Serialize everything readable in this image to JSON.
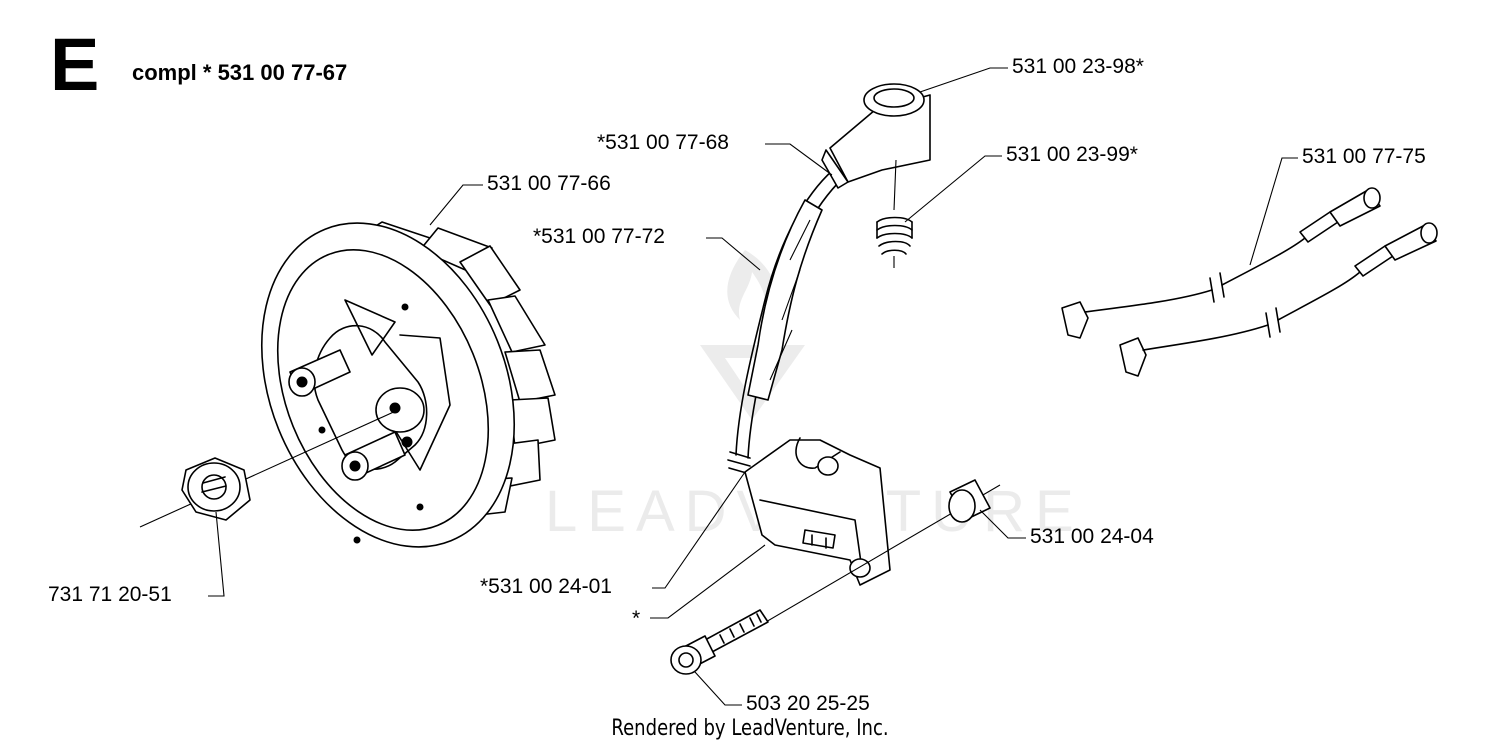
{
  "section": {
    "letter": "E",
    "title": "compl * 531 00 77-67"
  },
  "watermark": "LEADVENTURE",
  "parts": [
    {
      "id": "spark-plug-cap",
      "number": "531 00 23-98*"
    },
    {
      "id": "hv-lead",
      "number": "*531 00 77-68"
    },
    {
      "id": "cap-spring",
      "number": "531 00 23-99*"
    },
    {
      "id": "flywheel",
      "number": "531 00 77-66"
    },
    {
      "id": "lead-set",
      "number": "531 00 77-75"
    },
    {
      "id": "protective-hose",
      "number": "*531 00 77-72"
    },
    {
      "id": "spacer-sleeve",
      "number": "531 00 24-04"
    },
    {
      "id": "ignition-module",
      "number": "*531 00 24-01"
    },
    {
      "id": "ignition-module-asterisk",
      "number": "*"
    },
    {
      "id": "flywheel-nut",
      "number": "731 71 20-51"
    },
    {
      "id": "module-screw",
      "number": "503 20 25-25"
    }
  ],
  "footer": "Rendered by LeadVenture, Inc."
}
